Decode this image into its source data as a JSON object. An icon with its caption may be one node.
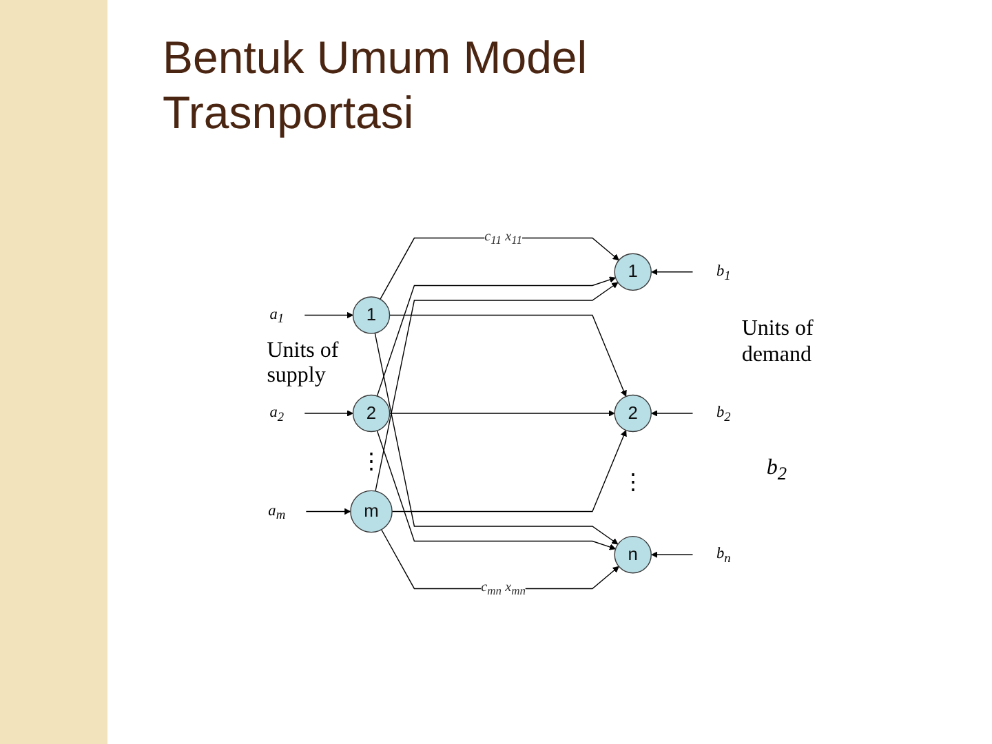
{
  "diagram": {
    "title": "Bentuk Umum Model Trasnportasi",
    "nodes": [
      {
        "text": [
          "a$_{1}$"
        ]
      },
      {
        "text": [
          "a$_{2}$"
        ]
      },
      {
        "text": [
          "a$_{m}$"
        ]
      },
      {
        "text": [
          "1"
        ]
      },
      {
        "text": [
          "2"
        ]
      },
      {
        "text": [
          "m"
        ]
      },
      {
        "text": [
          "1"
        ]
      },
      {
        "text": [
          "2"
        ]
      },
      {
        "text": [
          "n"
        ]
      },
      {
        "text": [
          "b$_{1}$"
        ]
      },
      {
        "text": [
          "b$_{2}$"
        ]
      },
      {
        "text": [
          "b$_{n}$"
        ]
      }
    ],
    "edges": [
      {
        "from": 0,
        "to": 3,
        "arrow": "to"
      },
      {
        "from": 1,
        "to": 4,
        "arrow": "to"
      },
      {
        "from": 2,
        "to": 5,
        "arrow": "to"
      },
      {
        "from": 3,
        "to": 6,
        "arrow": "to",
        "label": "c$_{11}$ x$_{11}$"
      },
      {
        "from": 3,
        "to": 7,
        "arrow": "to"
      },
      {
        "from": 3,
        "to": 8,
        "arrow": "to"
      },
      {
        "from": 4,
        "to": 6,
        "arrow": "to"
      },
      {
        "from": 4,
        "to": 7,
        "arrow": "to"
      },
      {
        "from": 4,
        "to": 8,
        "arrow": "to"
      },
      {
        "from": 5,
        "to": 6,
        "arrow": "to"
      },
      {
        "from": 5,
        "to": 7,
        "arrow": "to"
      },
      {
        "from": 5,
        "to": 8,
        "arrow": "to",
        "label": "c$_{mn}$ x$_{mn}$"
      },
      {
        "from": 9,
        "to": 6,
        "arrow": "to"
      },
      {
        "from": 10,
        "to": 7,
        "arrow": "to"
      },
      {
        "from": 11,
        "to": 8,
        "arrow": "to"
      }
    ],
    "labels": [
      "Units of supply",
      "Units of demand",
      "b$_{2}$",
      "⋮",
      "⋮"
    ]
  }
}
